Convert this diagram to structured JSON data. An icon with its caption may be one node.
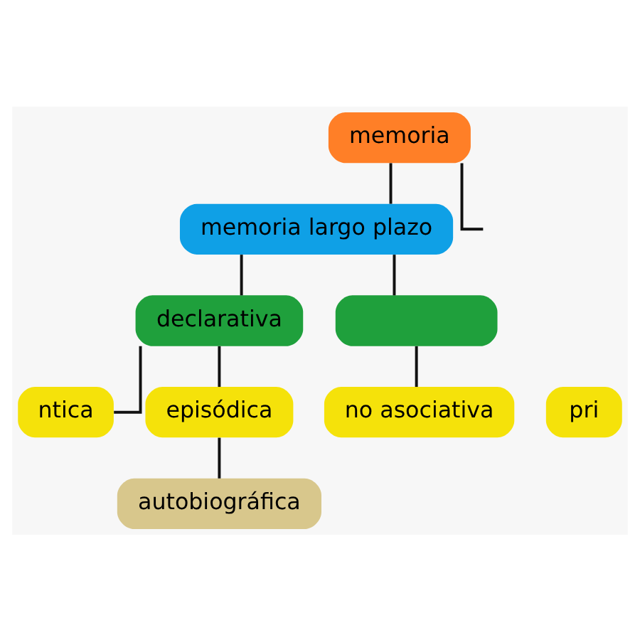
{
  "diagram": {
    "nodes": [
      {
        "text": [
          "memoria"
        ]
      },
      {
        "text": [
          "memoria largo plazo"
        ]
      },
      {
        "text": [
          "declarativa"
        ]
      },
      {
        "text": [],
        "shape": "box"
      },
      {
        "text": [
          "ntica"
        ]
      },
      {
        "text": [
          "episódica"
        ]
      },
      {
        "text": [
          "autobiográfica"
        ]
      },
      {
        "text": [
          "pri"
        ]
      },
      {
        "text": [
          "no asociativa"
        ]
      }
    ],
    "edges": [
      {
        "from": 0,
        "to": null,
        "arrow": "none"
      },
      {
        "from": 0,
        "to": 1,
        "arrow": "none"
      },
      {
        "from": 1,
        "to": 2,
        "arrow": "none"
      },
      {
        "from": 1,
        "to": 3,
        "arrow": "none"
      },
      {
        "from": 2,
        "to": 4,
        "arrow": "none"
      },
      {
        "from": 2,
        "to": 5,
        "arrow": "none"
      },
      {
        "from": 5,
        "to": 6,
        "arrow": "none"
      },
      {
        "from": 3,
        "to": 8,
        "arrow": "none"
      }
    ]
  }
}
